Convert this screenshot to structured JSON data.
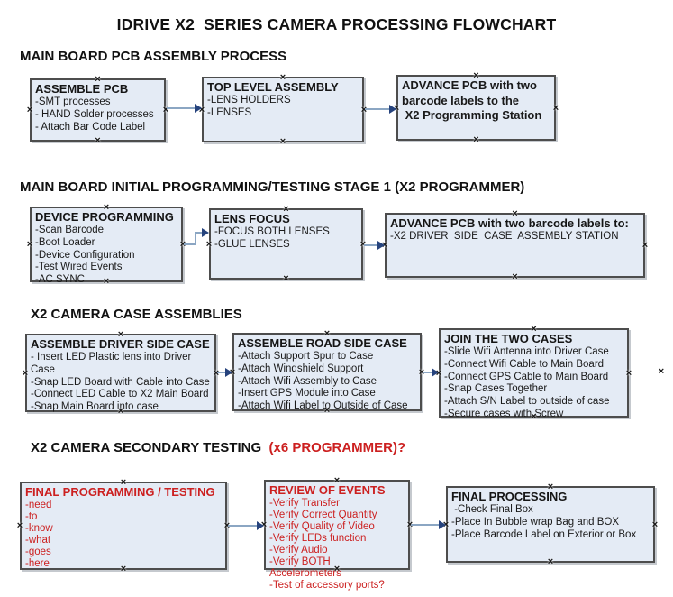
{
  "title": "IDRIVE X2  SERIES CAMERA PROCESSING FLOWCHART",
  "colors": {
    "box_fill": "#e4ebf5",
    "box_border": "#4d4d4d",
    "red_text": "#cc2020",
    "arrow_line": "#8ba6c3",
    "arrow_head": "#26437d"
  },
  "sections": [
    {
      "heading": "MAIN BOARD PCB ASSEMBLY PROCESS",
      "boxes": [
        {
          "title": "ASSEMBLE PCB",
          "items": [
            "-SMT processes",
            "- HAND Solder processes",
            "- Attach Bar Code Label"
          ]
        },
        {
          "title": "TOP LEVEL ASSEMBLY",
          "items": [
            "-LENS HOLDERS",
            "-LENSES"
          ]
        },
        {
          "title": "",
          "items": [
            "ADVANCE PCB with two",
            "barcode labels to the",
            " X2 Programming Station"
          ]
        }
      ]
    },
    {
      "heading": "MAIN BOARD INITIAL PROGRAMMING/TESTING STAGE 1 (X2 PROGRAMMER)",
      "boxes": [
        {
          "title": "DEVICE PROGRAMMING",
          "items": [
            "-Scan Barcode",
            "-Boot Loader",
            "-Device Configuration",
            "-Test Wired Events",
            "-AC SYNC"
          ]
        },
        {
          "title": "LENS FOCUS",
          "items": [
            "-FOCUS BOTH LENSES",
            "-GLUE LENSES"
          ]
        },
        {
          "title": "ADVANCE PCB with two barcode labels to:",
          "items": [
            "-X2 DRIVER  SIDE  CASE  ASSEMBLY STATION"
          ]
        }
      ]
    },
    {
      "heading": "X2 CAMERA CASE ASSEMBLIES",
      "boxes": [
        {
          "title": "ASSEMBLE DRIVER SIDE CASE",
          "items": [
            "- Insert LED Plastic lens into Driver Case",
            "-Snap LED Board with Cable into Case",
            "-Connect LED Cable to X2 Main Board",
            "-Snap Main Board into case"
          ]
        },
        {
          "title": "ASSEMBLE ROAD SIDE CASE",
          "items": [
            "-Attach Support Spur to Case",
            "-Attach Windshield Support",
            "-Attach Wifi Assembly to Case",
            "-Insert GPS Module into Case",
            "-Attach Wifi Label to Outside of Case"
          ]
        },
        {
          "title": "JOIN THE TWO CASES",
          "items": [
            "-Slide Wifi Antenna into Driver Case",
            "-Connect Wifi Cable to Main Board",
            "-Connect GPS Cable to Main Board",
            "-Snap Cases Together",
            "-Attach S/N Label to outside of case",
            "-Secure cases with Screw"
          ]
        }
      ]
    },
    {
      "heading": "X2 CAMERA SECONDARY TESTING",
      "heading_suffix": "  (x6 PROGRAMMER)?",
      "boxes": [
        {
          "title": "FINAL PROGRAMMING / TESTING",
          "items": [
            "-need",
            "-to",
            "-know",
            "-what",
            "-goes",
            "-here"
          ]
        },
        {
          "title": "REVIEW OF EVENTS",
          "items": [
            "-Verify Transfer",
            "-Verify Correct Quantity",
            "-Verify Quality of Video",
            "-Verify LEDs function",
            "-Verify Audio",
            "-Verify BOTH Accelerometers",
            "-Test of accessory ports?"
          ]
        },
        {
          "title": "FINAL PROCESSING",
          "items": [
            " -Check Final Box",
            "-Place In Bubble wrap Bag and BOX",
            "-Place Barcode Label on Exterior or Box"
          ]
        }
      ]
    }
  ]
}
